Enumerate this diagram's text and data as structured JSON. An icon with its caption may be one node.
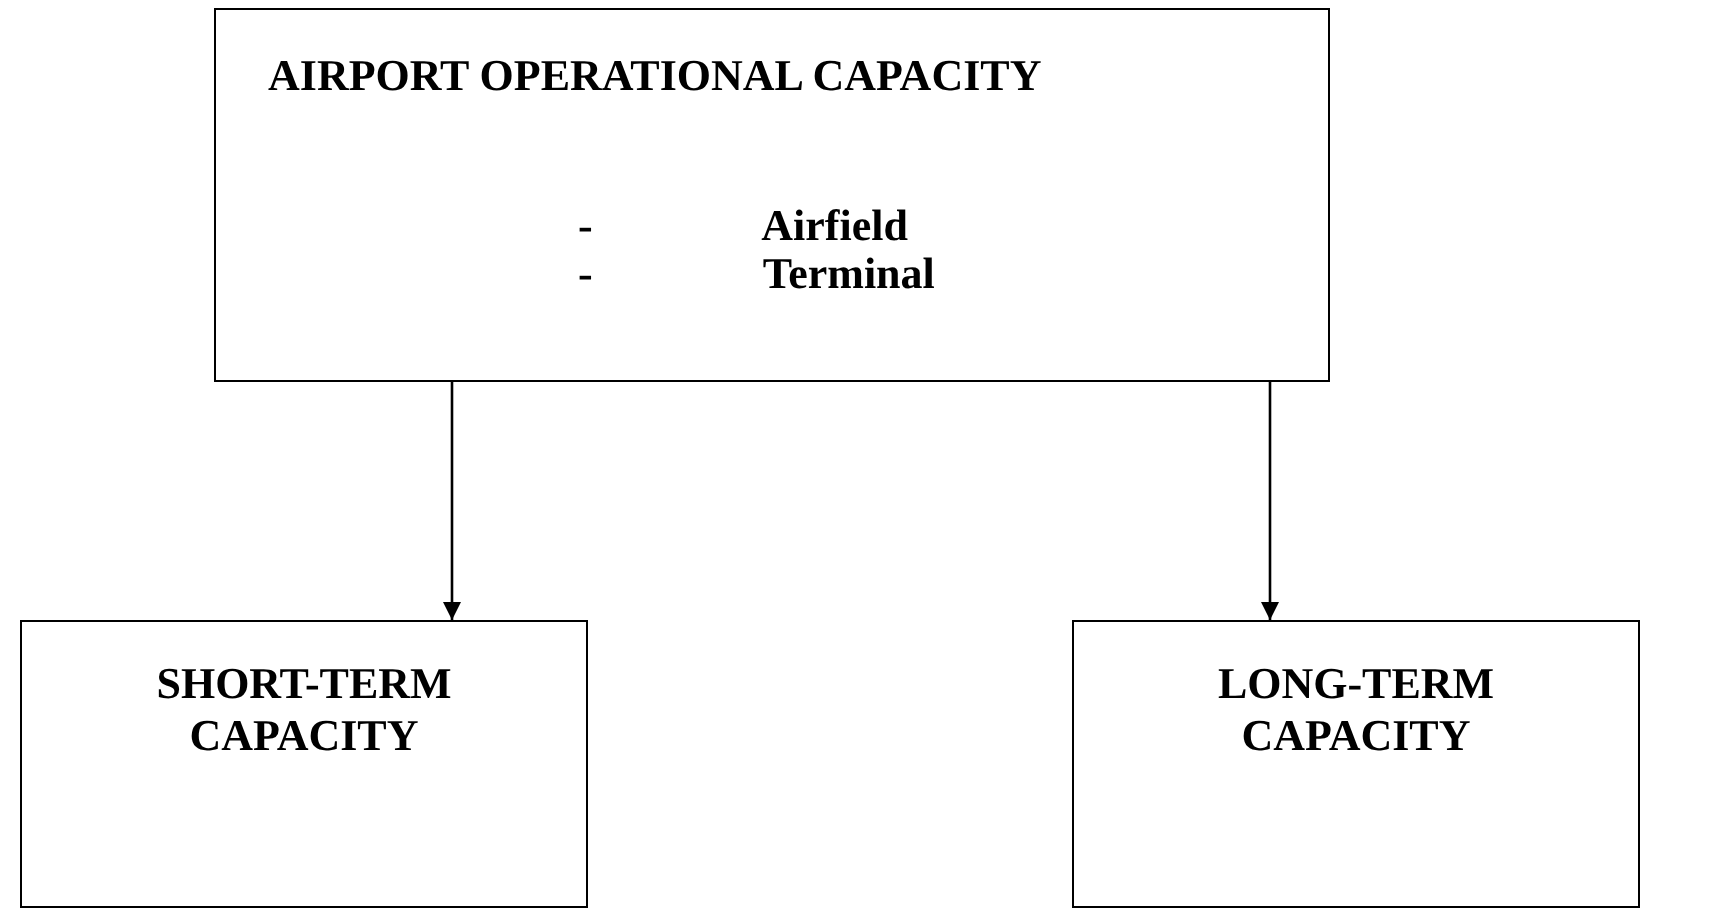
{
  "diagram": {
    "nodes": [
      {
        "text": [
          "AIRPORT OPERATIONAL CAPACITY",
          "- Airfield",
          "- Terminal"
        ]
      },
      {
        "text": [
          "SHORT-TERM CAPACITY"
        ]
      },
      {
        "text": [
          "LONG-TERM CAPACITY"
        ]
      }
    ],
    "edges": [
      {
        "from": 0,
        "to": 1,
        "arrow": "to"
      },
      {
        "from": 0,
        "to": 2,
        "arrow": "to"
      }
    ]
  }
}
